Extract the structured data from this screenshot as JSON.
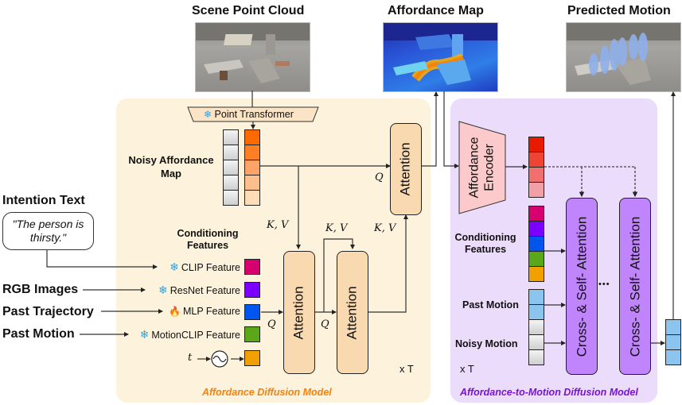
{
  "top_images": {
    "scene_point_cloud": {
      "title": "Scene Point Cloud"
    },
    "affordance_map": {
      "title": "Affordance Map"
    },
    "predicted_motion": {
      "title": "Predicted Motion"
    }
  },
  "inputs": {
    "intention_text": {
      "title": "Intention Text",
      "quote": "\"The person is thirsty.\""
    },
    "rgb_images": "RGB Images",
    "past_trajectory": "Past Trajectory",
    "past_motion": "Past Motion"
  },
  "affordance_model": {
    "caption": "Affordance Diffusion Model",
    "caption_color": "#f5820d",
    "background": "#fdf3dc",
    "point_transformer": {
      "label": "Point Transformer",
      "icon": "snowflake-icon"
    },
    "noisy_map_label": "Noisy Affordance Map",
    "conditioning_label": "Conditioning Features",
    "features": [
      {
        "label": "CLIP Feature",
        "icon": "snowflake-icon",
        "color": "#d6006e"
      },
      {
        "label": "ResNet Feature",
        "icon": "snowflake-icon",
        "color": "#7b00ff"
      },
      {
        "label": "MLP Feature",
        "icon": "flame-icon",
        "color": "#0055ee"
      },
      {
        "label": "MotionCLIP Feature",
        "icon": "snowflake-icon",
        "color": "#5aa719"
      },
      {
        "label": "",
        "icon": "sine-wave-icon",
        "color": "#f0a000"
      }
    ],
    "time_symbol": "t",
    "attention_blocks": [
      "Attention",
      "Attention",
      "Attention"
    ],
    "q_label": "Q",
    "kv_label": "K, V",
    "repeat_label": "x T",
    "affordance_cells": [
      "#ff6a00",
      "#ff7f24",
      "#ffa366",
      "#ffbf8c",
      "#ffdcb8"
    ]
  },
  "motion_model": {
    "caption": "Affordance-to-Motion Diffusion Model",
    "caption_color": "#7a12d4",
    "background": "#ebdcfb",
    "encoder_label": "Affordance Encoder",
    "encoder_cells": [
      "#e81a00",
      "#ee4433",
      "#f07070",
      "#f2a0a8"
    ],
    "conditioning_label": "Conditioning Features",
    "conditioning_cells": [
      "#d6006e",
      "#7b00ff",
      "#0055ee",
      "#5aa719",
      "#f0a000"
    ],
    "past_motion_label": "Past Motion",
    "noisy_motion_label": "Noisy Motion",
    "cs_attention_blocks": [
      "Cross- & Self- Attention",
      "Cross- & Self- Attention"
    ],
    "ellipsis": "•••",
    "repeat_label": "x T",
    "motion_cell_color": "#8cc4f0"
  }
}
